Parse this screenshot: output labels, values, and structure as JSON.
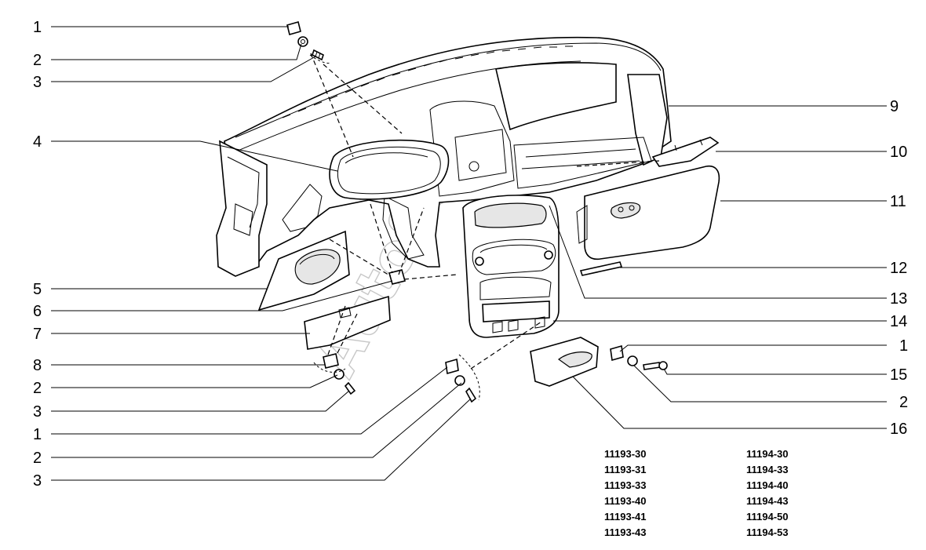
{
  "diagram": {
    "watermark": "AutoSoft",
    "callouts_left": [
      {
        "id": "l1",
        "label": "1"
      },
      {
        "id": "l2",
        "label": "2"
      },
      {
        "id": "l3",
        "label": "3"
      },
      {
        "id": "l4",
        "label": "4"
      },
      {
        "id": "l5",
        "label": "5"
      },
      {
        "id": "l6",
        "label": "6"
      },
      {
        "id": "l7",
        "label": "7"
      },
      {
        "id": "l8",
        "label": "8"
      },
      {
        "id": "l9",
        "label": "2"
      },
      {
        "id": "l10",
        "label": "3"
      },
      {
        "id": "l11",
        "label": "1"
      },
      {
        "id": "l12",
        "label": "2"
      },
      {
        "id": "l13",
        "label": "3"
      }
    ],
    "callouts_right": [
      {
        "id": "r1",
        "label": "9"
      },
      {
        "id": "r2",
        "label": "10"
      },
      {
        "id": "r3",
        "label": "11"
      },
      {
        "id": "r4",
        "label": "12"
      },
      {
        "id": "r5",
        "label": "13"
      },
      {
        "id": "r6",
        "label": "14"
      },
      {
        "id": "r7",
        "label": "1"
      },
      {
        "id": "r8",
        "label": "15"
      },
      {
        "id": "r9",
        "label": "2"
      },
      {
        "id": "r10",
        "label": "16"
      }
    ],
    "models_col1": [
      "11193-30",
      "11193-31",
      "11193-33",
      "11193-40",
      "11193-41",
      "11193-43"
    ],
    "models_col2": [
      "11194-30",
      "11194-33",
      "11194-40",
      "11194-43",
      "11194-50",
      "11194-53"
    ]
  }
}
